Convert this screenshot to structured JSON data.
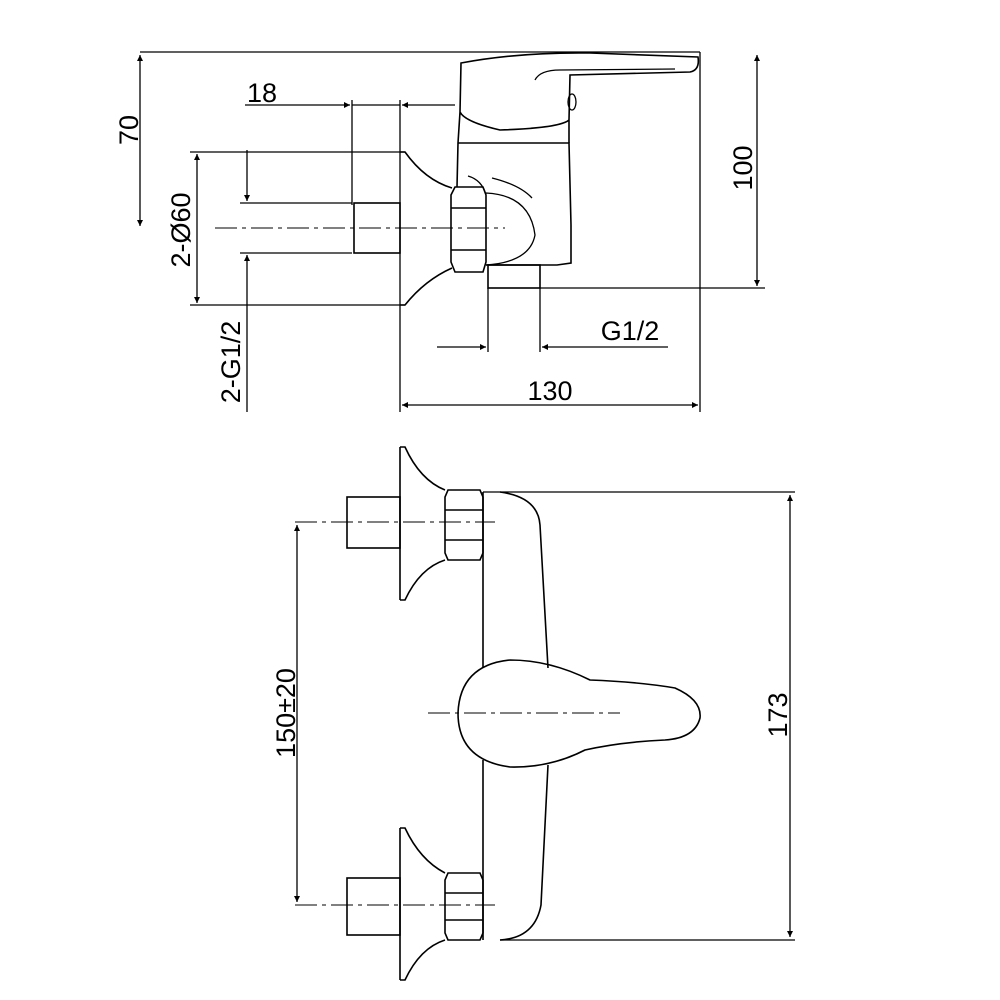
{
  "top_view": {
    "dim_18": "18",
    "dim_70": "70",
    "dim_dia60": "2-Ø60",
    "dim_g12_inlets": "2-G1/2",
    "dim_100": "100",
    "dim_g12_outlet": "G1/2",
    "dim_130": "130"
  },
  "front_view": {
    "dim_150": "150±20",
    "dim_173": "173"
  }
}
